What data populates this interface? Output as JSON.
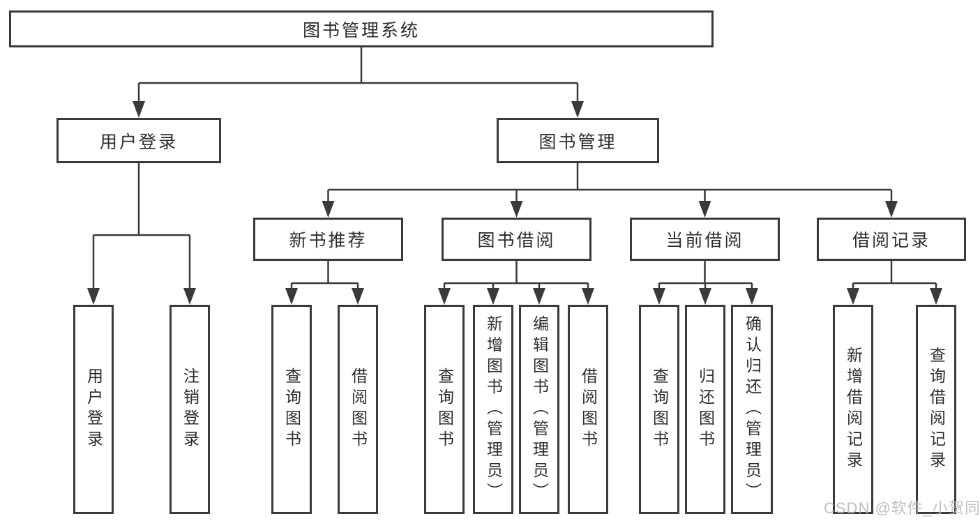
{
  "tree": {
    "root": "图书管理系统",
    "branches": [
      {
        "label": "用户登录",
        "leaves": [
          "用户登录",
          "注销登录"
        ]
      },
      {
        "label": "图书管理",
        "groups": [
          {
            "label": "新书推荐",
            "leaves": [
              "查询图书",
              "借阅图书"
            ]
          },
          {
            "label": "图书借阅",
            "leaves": [
              "查询图书",
              "新增图书（管理员）",
              "编辑图书（管理员）",
              "借阅图书"
            ]
          },
          {
            "label": "当前借阅",
            "leaves": [
              "查询图书",
              "归还图书",
              "确认归还（管理员）"
            ]
          },
          {
            "label": "借阅记录",
            "leaves": [
              "新增借阅记录",
              "查询借阅记录"
            ]
          }
        ]
      }
    ]
  },
  "watermark": {
    "text": "CSDN @软件_小贺同学"
  },
  "colors": {
    "line": "#3a3a3a",
    "box_border": "#3a3a3a",
    "text": "#2d2d2d",
    "background": "#ffffff",
    "watermark": "#b5b5b5"
  }
}
